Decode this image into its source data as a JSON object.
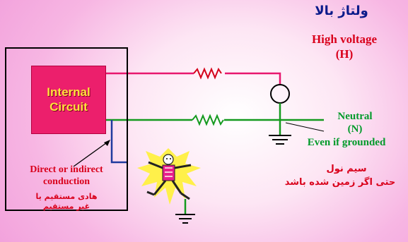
{
  "device": {
    "internal_circuit_line1": "Internal",
    "internal_circuit_line2": "Circuit",
    "conduction_en_line1": "Direct or indirect",
    "conduction_en_line2": "conduction",
    "conduction_fa_line1": "هادی مستقیم یا",
    "conduction_fa_line2": "غیر مستقیم"
  },
  "high_voltage": {
    "persian": "ولتاژ بالا",
    "english": "High voltage",
    "symbol": "(H)"
  },
  "neutral": {
    "english": "Neutral",
    "symbol": "(N)",
    "note": "Even if grounded",
    "persian_line1": "سیم نول",
    "persian_line2": "حتی اگر زمین شده باشد"
  },
  "colors": {
    "hot_wire": "#e8176e",
    "neutral_wire": "#149a1f",
    "leak_wire": "#1f3a9e",
    "internal_circuit_box": "#ec1f6c",
    "resistor": "#d4001a"
  }
}
